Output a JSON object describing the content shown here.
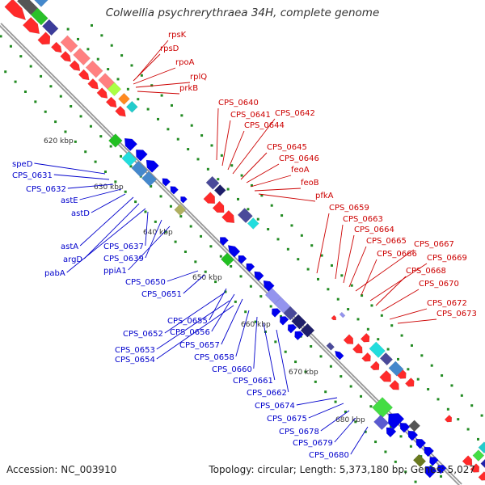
{
  "title": "Colwellia psychrerythraea 34H, complete genome",
  "accession_text": "Accession: NC_003910",
  "summary_text": "Topology: circular; Length: 5,373,180 bp; Genes: 5,027",
  "colors": {
    "plus_strand": "#ff0000",
    "minus_strand": "#0000ff",
    "backbone": "#9a9a9a",
    "tick": "#228b22",
    "label_plus": "#cc0000",
    "label_minus": "#0000cc"
  },
  "scale_ticks": [
    "620 kbp",
    "630 kbp",
    "640 kbp",
    "650 kbp",
    "660 kbp",
    "670 kbp",
    "680 kbp"
  ],
  "plus_labels": [
    "rpsK",
    "rpsD",
    "rpoA",
    "rplQ",
    "prkB",
    "CPS_0640",
    "CPS_0641",
    "CPS_0644",
    "CPS_0642",
    "CPS_0645",
    "CPS_0646",
    "feoA",
    "feoB",
    "pfkA",
    "CPS_0659",
    "CPS_0663",
    "CPS_0664",
    "CPS_0665",
    "CPS_0667",
    "CPS_0666",
    "CPS_0669",
    "CPS_0668",
    "CPS_0670",
    "CPS_0672",
    "CPS_0673"
  ],
  "minus_labels": [
    "speD",
    "CPS_0631",
    "CPS_0632",
    "astE",
    "astD",
    "astA",
    "argD",
    "pabA",
    "CPS_0637",
    "CPS_0639",
    "ppiA1",
    "CPS_0650",
    "CPS_0651",
    "CPS_0655",
    "CPS_0652",
    "CPS_0656",
    "CPS_0657",
    "CPS_0653",
    "CPS_0654",
    "CPS_0658",
    "CPS_0660",
    "CPS_0661",
    "CPS_0662",
    "CPS_0674",
    "CPS_0675",
    "CPS_0678",
    "CPS_0679",
    "CPS_0680"
  ]
}
